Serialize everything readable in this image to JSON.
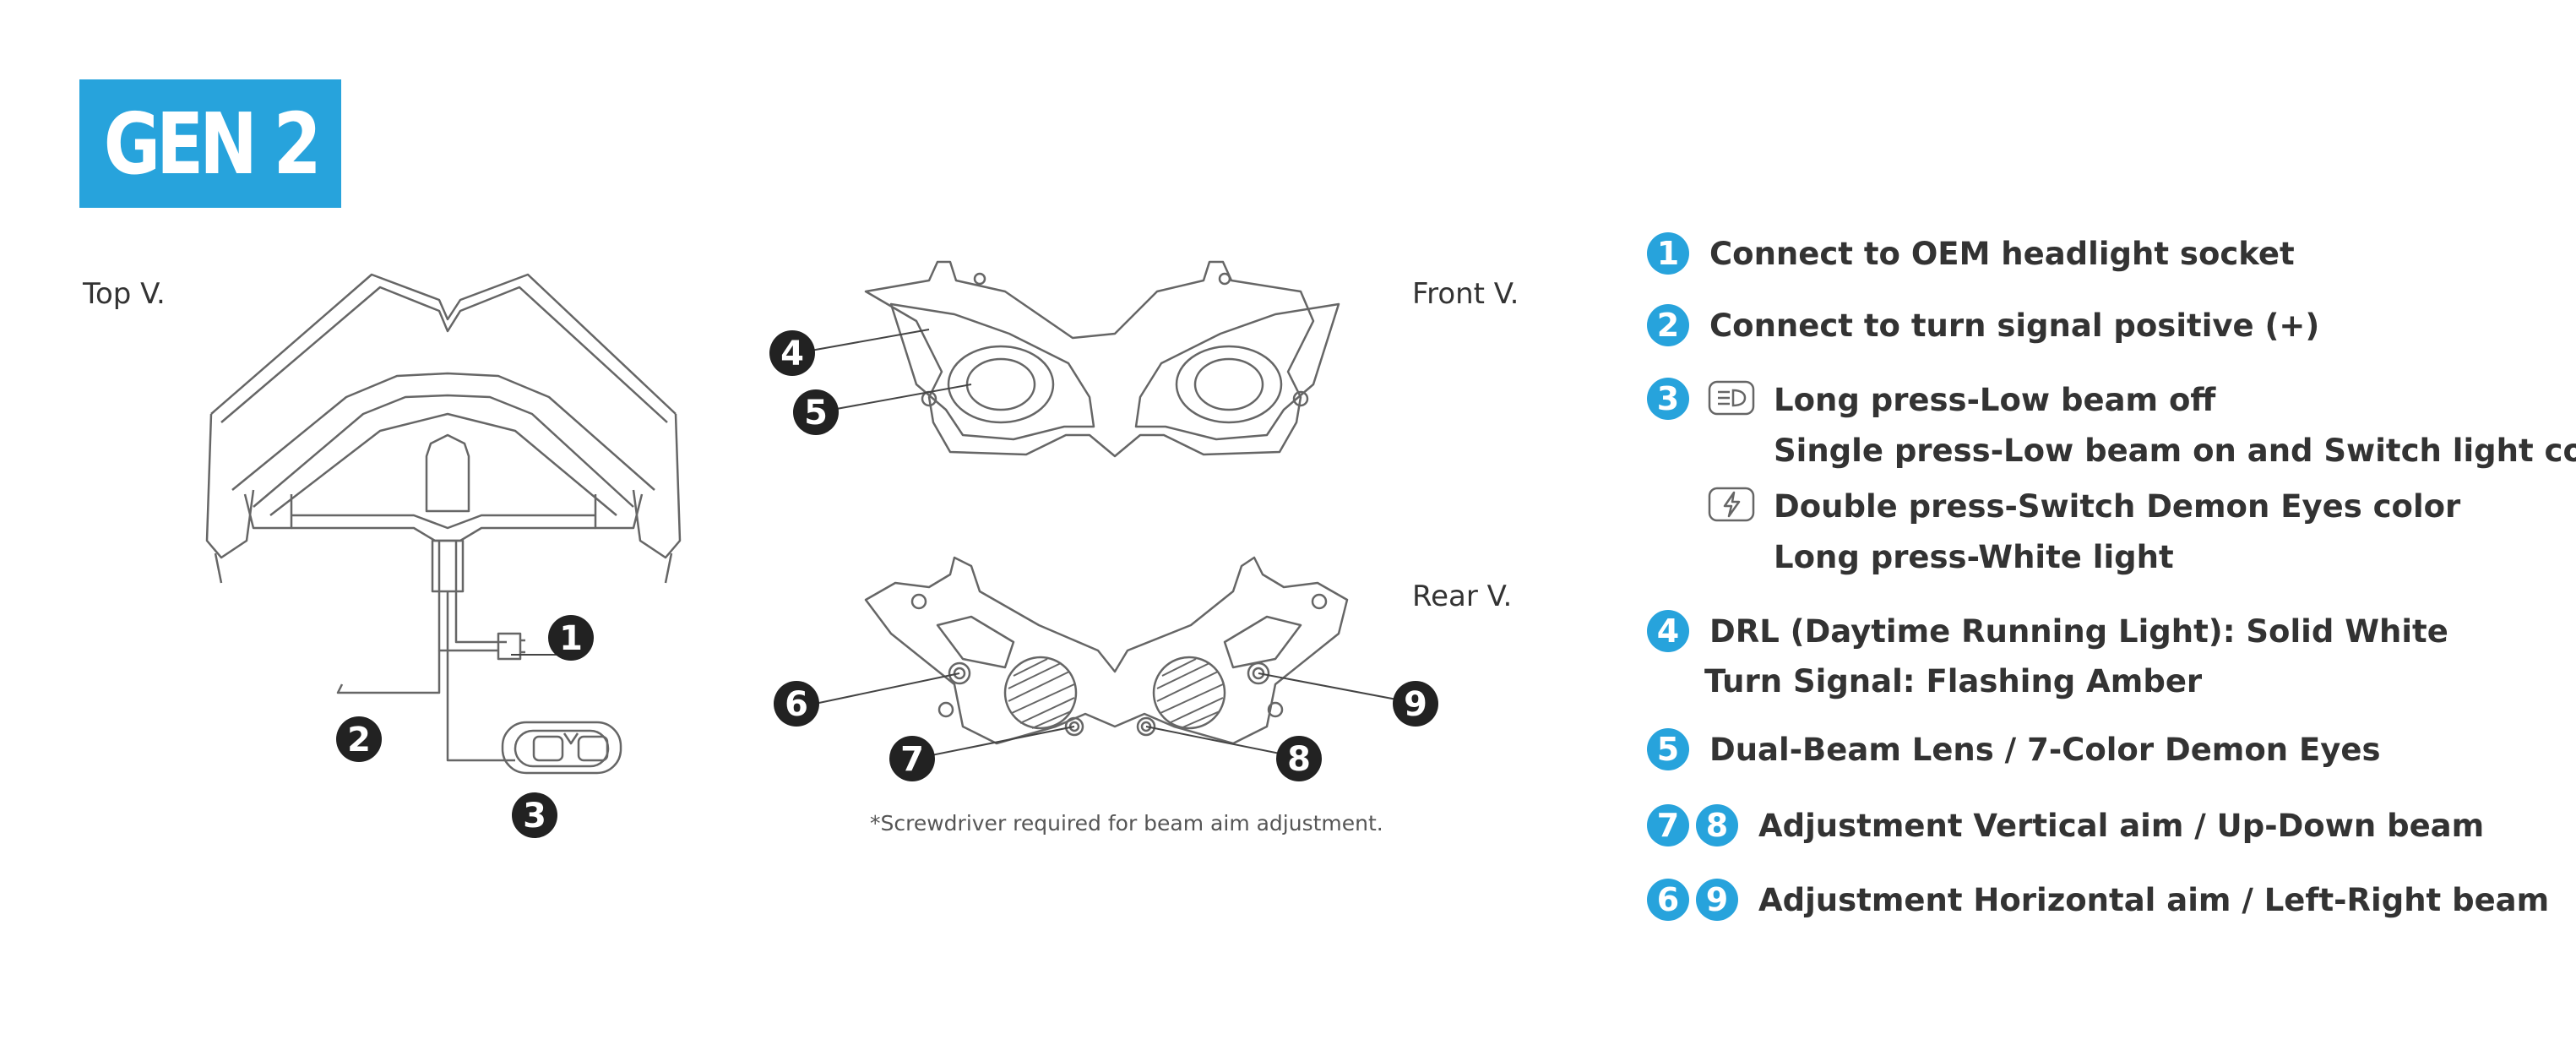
{
  "badge": {
    "label": "GEN 2"
  },
  "views": {
    "top": "Top V.",
    "front": "Front V.",
    "rear": "Rear V."
  },
  "markers": [
    "1",
    "2",
    "3",
    "4",
    "5",
    "6",
    "7",
    "8",
    "9"
  ],
  "note": "*Screwdriver required for beam aim adjustment.",
  "legend": {
    "accent_color": "#27a3dc",
    "items": [
      {
        "nums": [
          "1"
        ],
        "text": "Connect to OEM headlight socket"
      },
      {
        "nums": [
          "2"
        ],
        "text": "Connect to turn signal positive (+)"
      },
      {
        "nums": [
          "3"
        ],
        "low_beam_icon": "low-beam-icon",
        "lines_a": [
          "Long press-Low beam off",
          "Single press-Low beam on and Switch light color"
        ],
        "demon_icon": "lightning-icon",
        "lines_b": [
          "Double press-Switch Demon Eyes color",
          "Long press-White light"
        ]
      },
      {
        "nums": [
          "4"
        ],
        "lines": [
          "DRL (Daytime Running Light): Solid White",
          "Turn Signal: Flashing Amber"
        ]
      },
      {
        "nums": [
          "5"
        ],
        "text": "Dual-Beam Lens / 7-Color Demon Eyes"
      },
      {
        "nums": [
          "7",
          "8"
        ],
        "text": "Adjustment Vertical aim / Up-Down beam"
      },
      {
        "nums": [
          "6",
          "9"
        ],
        "text": "Adjustment Horizontal aim / Left-Right beam"
      }
    ]
  }
}
